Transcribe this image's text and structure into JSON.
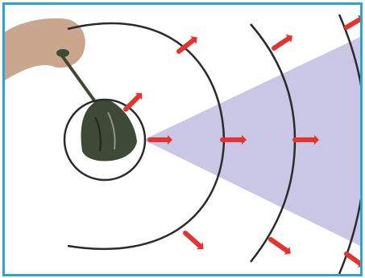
{
  "diagram": {
    "subject": "bell-ringing-sound-waves",
    "colors": {
      "frame_border": "#2fa3d8",
      "wavefront": "#2b2b2b",
      "cone": "#c9c6e6",
      "arrow": "#e3342f",
      "bell": "#3f4a36",
      "hand": "#c9a68d"
    },
    "wavefront_count": 4,
    "arrows_per_front": 3
  }
}
